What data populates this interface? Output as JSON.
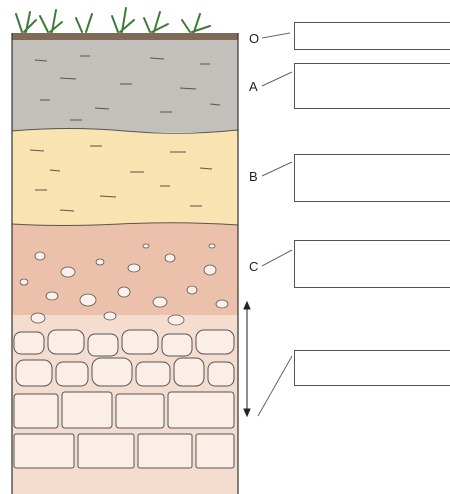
{
  "labels": {
    "o": "O",
    "a": "A",
    "b": "B",
    "c": "C"
  },
  "answer_boxes": [
    "",
    "",
    "",
    "",
    ""
  ],
  "colors": {
    "horizon_o": "#7d6b58",
    "horizon_a": "#c3bfba",
    "horizon_b": "#f9e3b0",
    "horizon_c": "#ecc1ab",
    "bedrock": "#f4dccf",
    "plants": "#3f7a3a",
    "outline": "#333333"
  }
}
